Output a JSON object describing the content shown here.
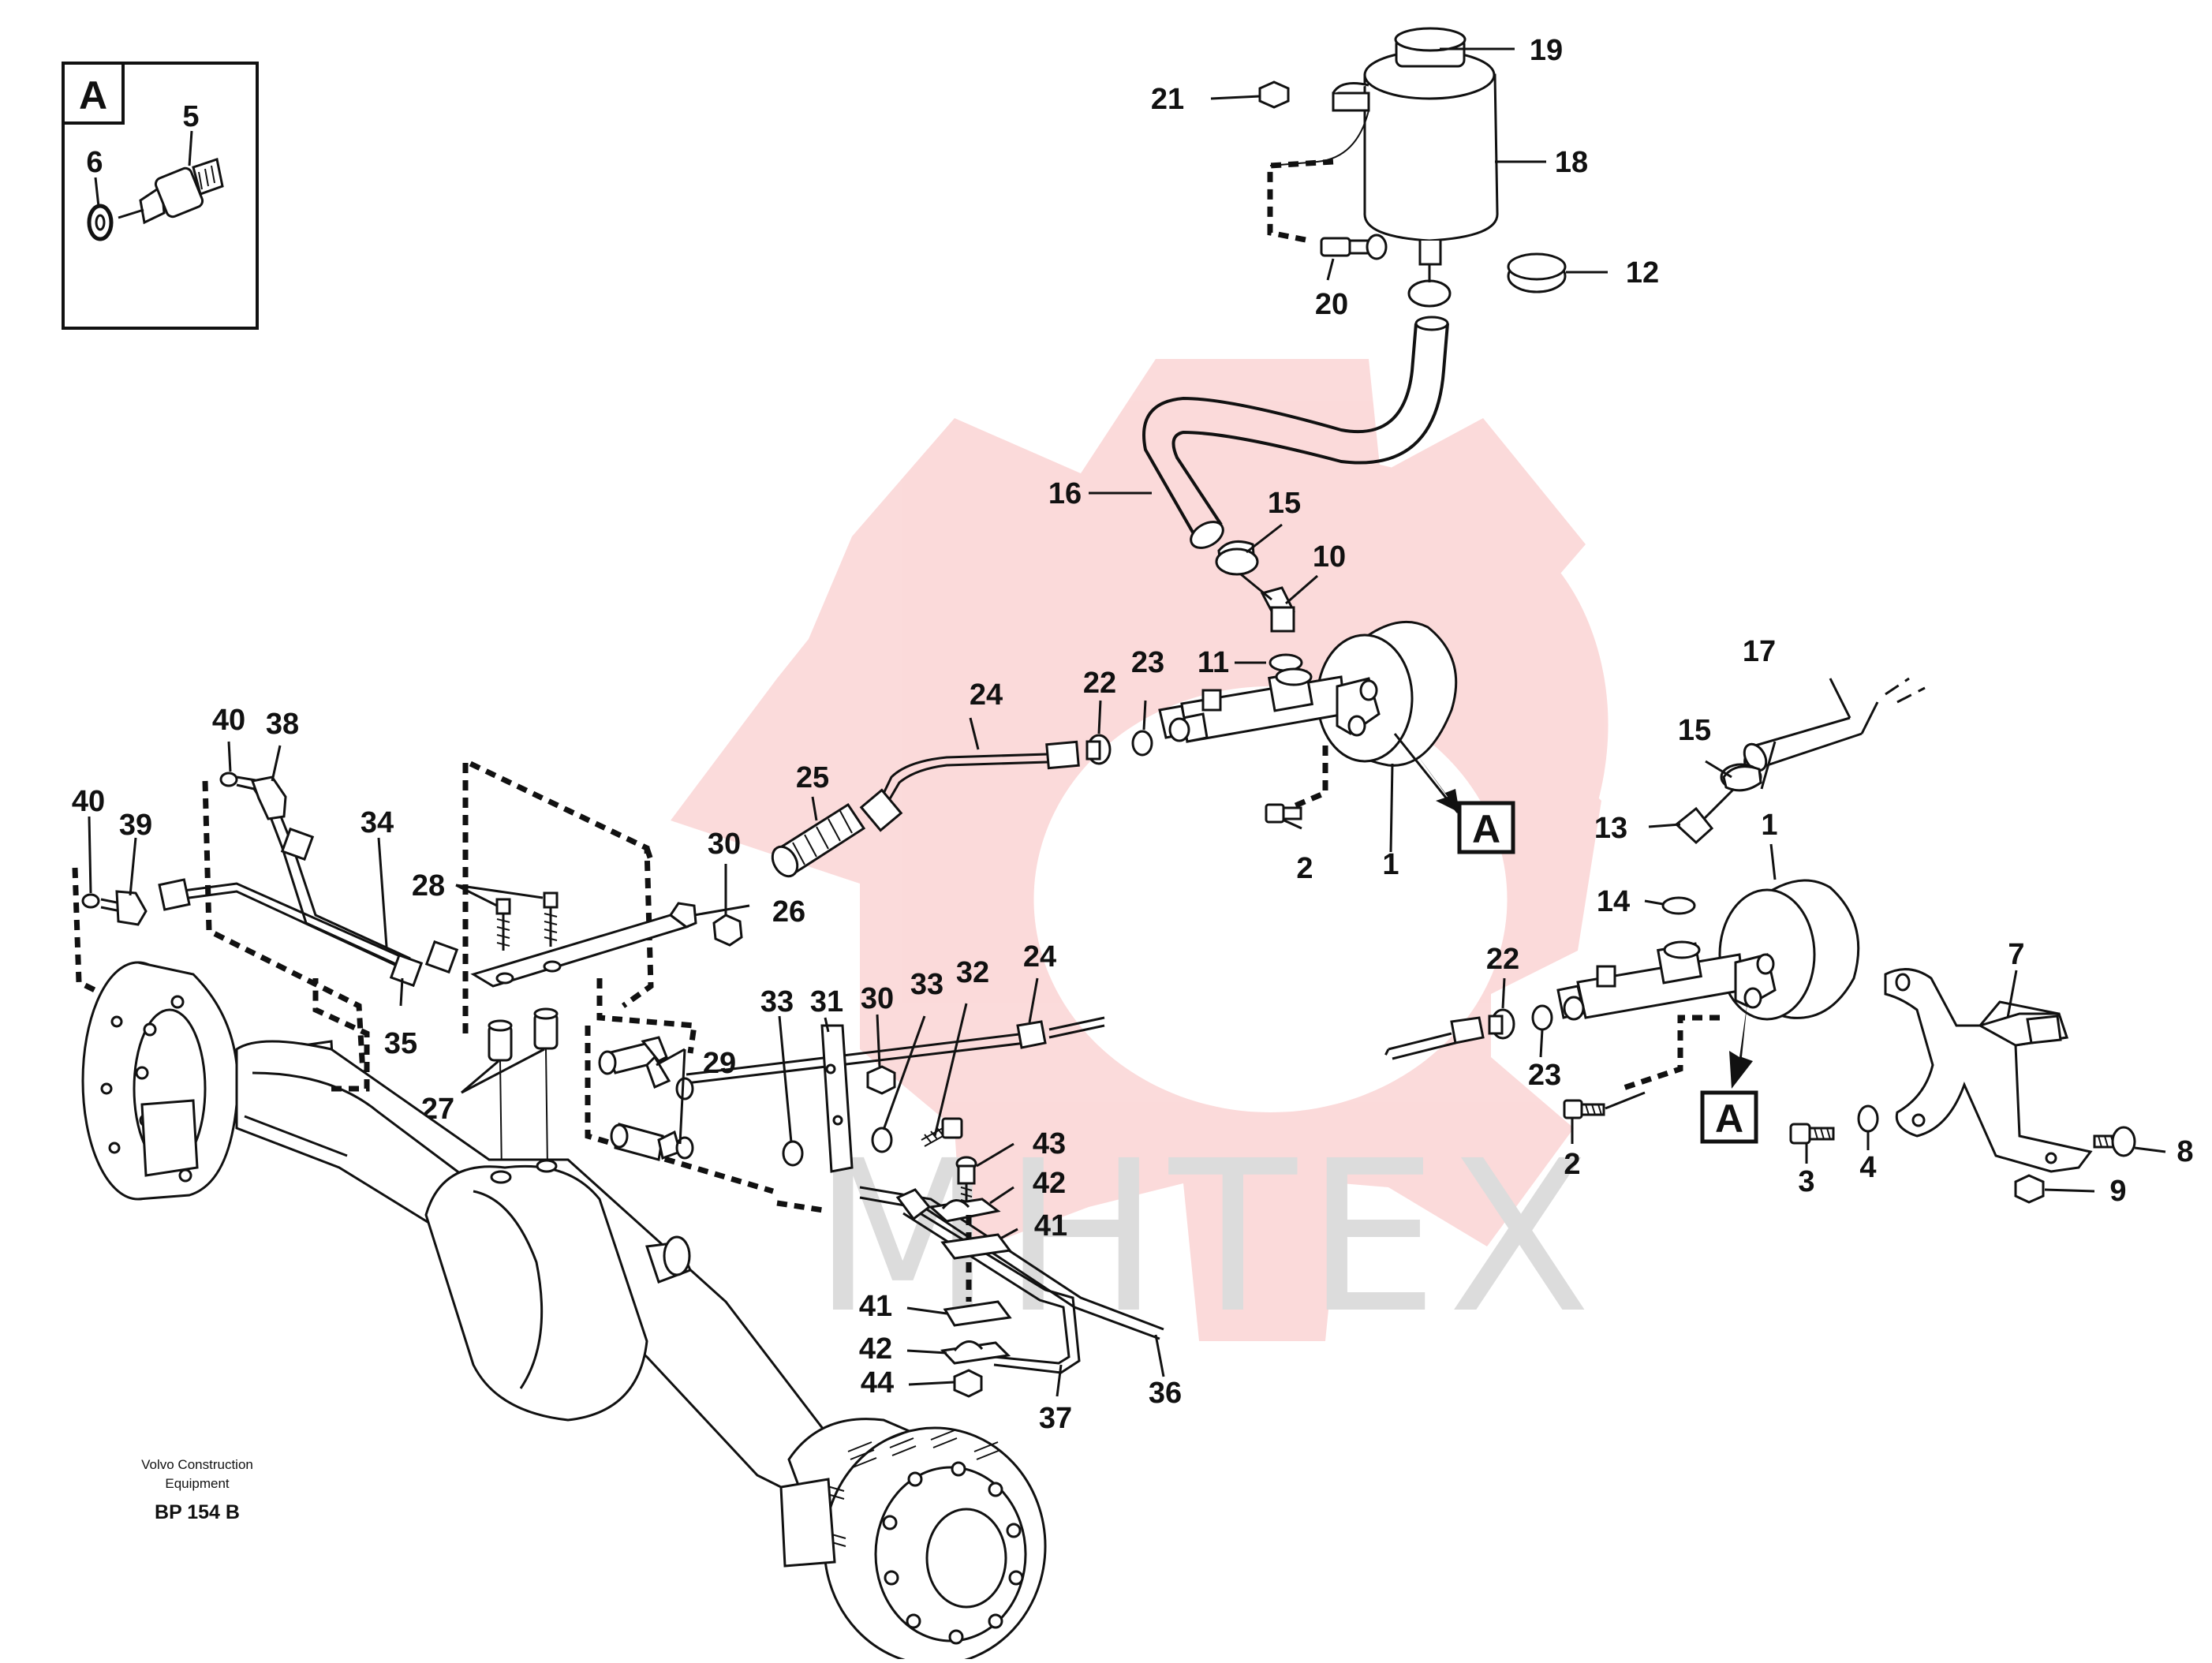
{
  "detail_tag": "A",
  "watermark": {
    "text": "MHTEX"
  },
  "caption": {
    "line1": "Volvo Construction",
    "line2": "Equipment",
    "code": "BP 154 B"
  },
  "callouts": {
    "c1": "1",
    "c2": "2",
    "c3": "3",
    "c4": "4",
    "c5": "5",
    "c6": "6",
    "c7": "7",
    "c8": "8",
    "c9": "9",
    "c10": "10",
    "c11": "11",
    "c12": "12",
    "c13": "13",
    "c14": "14",
    "c15": "15",
    "c16": "16",
    "c17": "17",
    "c18": "18",
    "c19": "19",
    "c20": "20",
    "c21": "21",
    "c22": "22",
    "c23": "23",
    "c24": "24",
    "c25": "25",
    "c26": "26",
    "c27": "27",
    "c28": "28",
    "c29": "29",
    "c30": "30",
    "c31": "31",
    "c32": "32",
    "c33": "33",
    "c34": "34",
    "c35": "35",
    "c36": "36",
    "c37": "37",
    "c38": "38",
    "c39": "39",
    "c40": "40",
    "c41": "41",
    "c42": "42",
    "c43": "43",
    "c44": "44"
  },
  "colors": {
    "line": "#111111",
    "watermark_gear": "#fbd7d7",
    "watermark_text": "#d9d9d9"
  }
}
